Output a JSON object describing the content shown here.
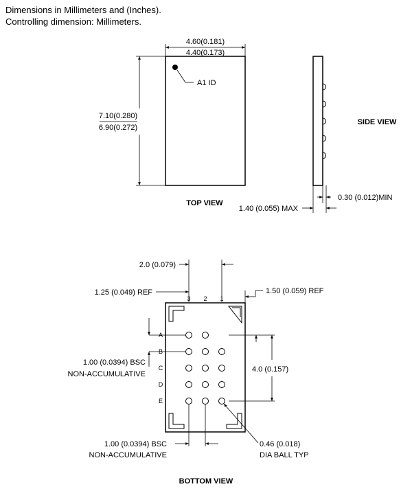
{
  "header": {
    "line1": "Dimensions in Millimeters and (Inches).",
    "line2": "Controlling dimension: Millimeters."
  },
  "top_view": {
    "title": "TOP VIEW",
    "width_max": "4.60(0.181)",
    "width_min": "4.40(0.173)",
    "height_max": "7.10(0.280)",
    "height_min": "6.90(0.272)",
    "a1_label": "A1 ID"
  },
  "side_view": {
    "title": "SIDE VIEW",
    "thickness": "1.40 (0.055) MAX",
    "standoff": "0.30 (0.012)MIN"
  },
  "bottom_view": {
    "title": "BOTTOM VIEW",
    "col_span": "2.0 (0.079)",
    "left_ref": "1.25 (0.049) REF",
    "top_ref": "1.50 (0.059) REF",
    "row_span": "4.0 (0.157)",
    "pitch_v_line1": "1.00 (0.0394) BSC",
    "pitch_v_line2": "NON-ACCUMULATIVE",
    "pitch_h_line1": "1.00 (0.0394) BSC",
    "pitch_h_line2": "NON-ACCUMULATIVE",
    "ball_line1": "0.46 (0.018)",
    "ball_line2": "DIA BALL TYP",
    "columns": [
      "3",
      "2",
      "1"
    ],
    "rows": [
      "A",
      "B",
      "C",
      "D",
      "E"
    ]
  }
}
